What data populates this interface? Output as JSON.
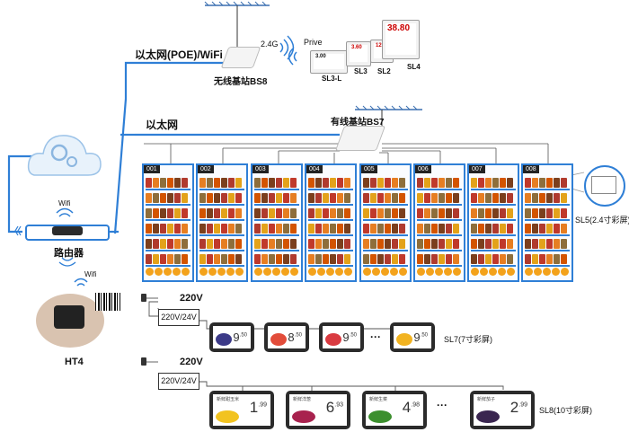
{
  "network": {
    "ethernet_poe_wifi_label": "以太网(POE)/WiFi",
    "ethernet_label": "以太网",
    "band_label": "2.4G",
    "prive_label": "Prive",
    "wifi_label_1": "Wifi",
    "wifi_label_2": "Wifi"
  },
  "devices": {
    "bs8_label": "无线基站BS8",
    "bs7_label": "有线基站BS7",
    "router_label": "路由器",
    "handheld_label": "HT4"
  },
  "esl_labels": [
    {
      "name": "SL3-L",
      "price": "3.00"
    },
    {
      "name": "SL3",
      "price": "3.60"
    },
    {
      "name": "SL2",
      "price": "12.50"
    },
    {
      "name": "SL4",
      "price": "38.80"
    }
  ],
  "shelves": [
    "001",
    "002",
    "003",
    "004",
    "005",
    "006",
    "007",
    "008"
  ],
  "sl5_label": "SL5(2.4寸彩屏)",
  "power_label_1": "220V",
  "power_label_2": "220V",
  "adapter_label_1": "220V/24V",
  "adapter_label_2": "220V/24V",
  "sl7": {
    "label": "SL7(7寸彩屏)",
    "ellipsis": "···",
    "prices": [
      "9",
      "8",
      "9",
      "9"
    ],
    "cents": [
      ".50",
      ".50",
      ".50",
      ".50"
    ]
  },
  "sl8": {
    "label": "SL8(10寸彩屏)",
    "ellipsis": "···",
    "names": [
      "新鲜甜玉米",
      "新鲜洋葱",
      "新鲜生菜",
      "新鲜茄子"
    ],
    "prices": [
      "1",
      "6",
      "4",
      "2"
    ],
    "cents": [
      ".99",
      ".93",
      ".98",
      ".99"
    ]
  }
}
